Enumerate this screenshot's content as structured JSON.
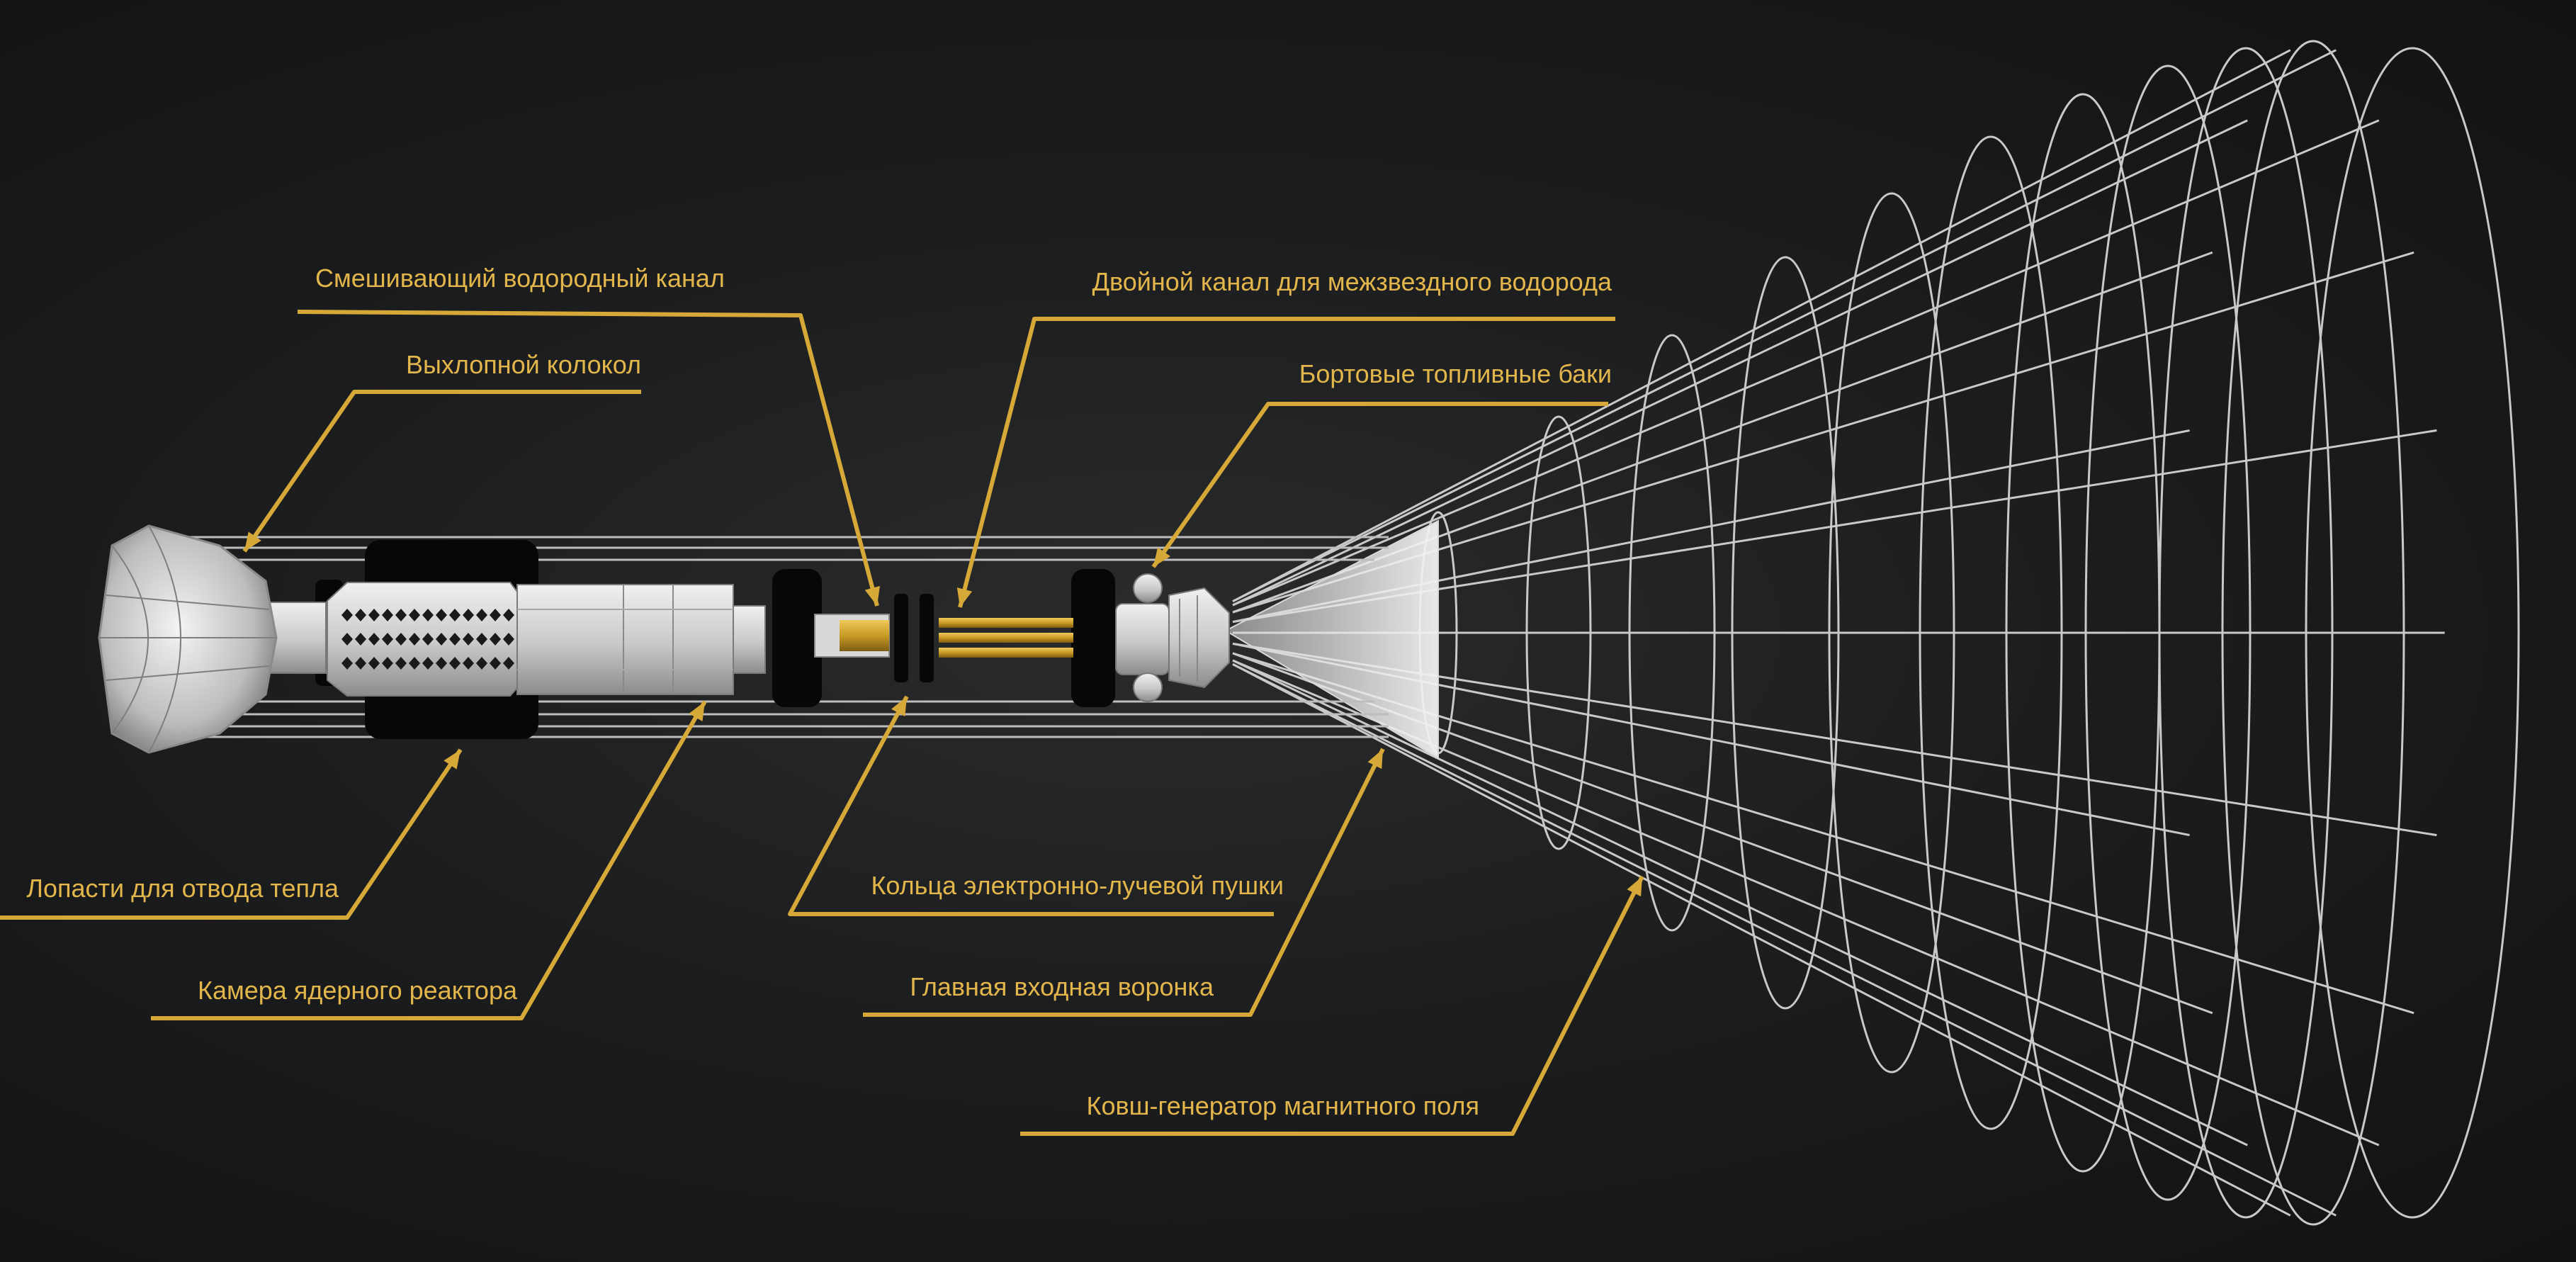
{
  "diagram": {
    "colors": {
      "accent": "#d6a838",
      "label": "#e3b64b",
      "wireframe": "#c9c9c9",
      "hull": "#cfcfcf",
      "dark_parts": "#080808",
      "fuel_channel": "#c99a25"
    },
    "callouts": [
      {
        "id": "mixing-hydrogen-channel",
        "text": "Смешивающий водородный канал"
      },
      {
        "id": "exhaust-bell",
        "text": "Выхлопной колокол"
      },
      {
        "id": "heat-dissipation-blades",
        "text": "Лопасти для отвода тепла"
      },
      {
        "id": "nuclear-reactor-chamber",
        "text": "Камера ядерного реактора"
      },
      {
        "id": "dual-interstellar-hydrogen-channel",
        "text": "Двойной канал для межзвездного водорода"
      },
      {
        "id": "onboard-fuel-tanks",
        "text": "Бортовые топливные баки"
      },
      {
        "id": "electron-beam-gun-rings",
        "text": "Кольца электронно-лучевой пушки"
      },
      {
        "id": "main-intake-funnel",
        "text": "Главная входная воронка"
      },
      {
        "id": "magnetic-field-scoop-generator",
        "text": "Ковш-генератор магнитного поля"
      }
    ]
  }
}
